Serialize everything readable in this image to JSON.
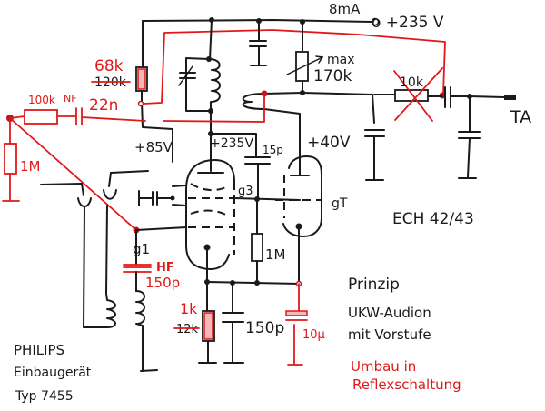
{
  "diagram": {
    "title": "Prinzip",
    "subtitle_line1": "UKW-Audion",
    "subtitle_line2": "mit Vorstufe",
    "modification_line1": "Umbau in",
    "modification_line2": "Reflexschaltung",
    "device_line1": "PHILIPS",
    "device_line2": "Einbaugerät",
    "device_line3": "Typ 7455",
    "tube_type": "ECH 42/43",
    "colors": {
      "ink": "#1a1a1a",
      "modification": "#e01818"
    }
  },
  "labels": {
    "supply_current": "8mA",
    "supply_voltage": "o +235 V",
    "pot_label_1": "max",
    "pot_label_2": "170k",
    "removed_resistor": "10k",
    "output": "TA",
    "r_new_68k": "68k",
    "r_old_120k": "120k",
    "r_100k": "100k",
    "nf": "NF",
    "c_22n": "22n",
    "r_1m_red": "1M",
    "v_85": "+85V",
    "v_235": "+235V",
    "c_15p": "15p",
    "v_40": "+40V",
    "g3": "g3",
    "gt": "gT",
    "g1": "g1",
    "r_1m": "1M",
    "hf": "HF",
    "c_150p_red": "150p",
    "r_new_1k": "1k",
    "r_old_12k": "12k",
    "c_150p": "150p",
    "c_10u": "10µ"
  }
}
